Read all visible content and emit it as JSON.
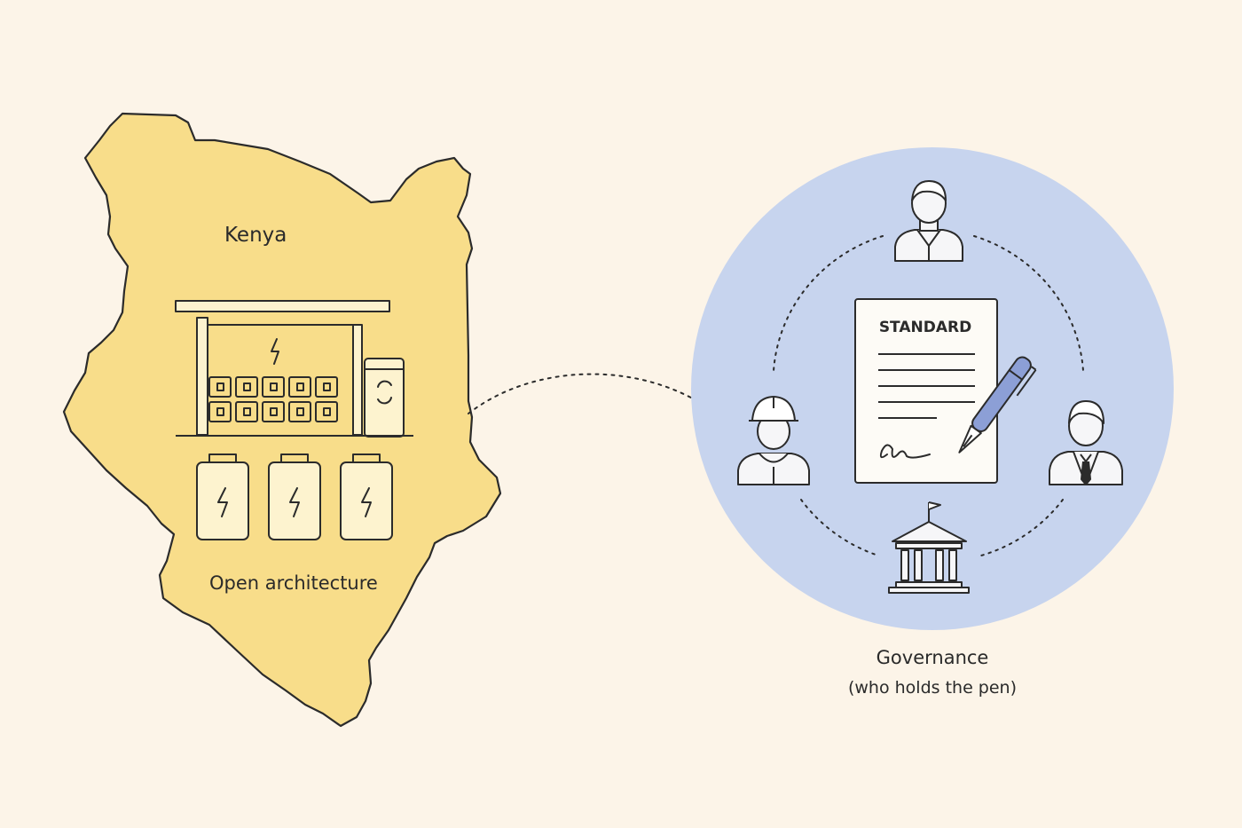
{
  "map": {
    "region_label": "Kenya",
    "caption": "Open architecture"
  },
  "governance": {
    "document_title": "STANDARD",
    "caption": "Governance",
    "subcaption": "(who holds the pen)"
  },
  "colors": {
    "background": "#fcf4e8",
    "map_fill": "#f8dd8a",
    "circle_fill": "#c7d4ee",
    "pen_accent": "#8c9fd6",
    "stroke": "#2b2b2b"
  },
  "icons": [
    "battery-swap-station-icon",
    "battery-pack-icon",
    "person-icon",
    "engineer-icon",
    "businessman-icon",
    "government-building-icon",
    "signed-document-icon",
    "fountain-pen-icon"
  ]
}
